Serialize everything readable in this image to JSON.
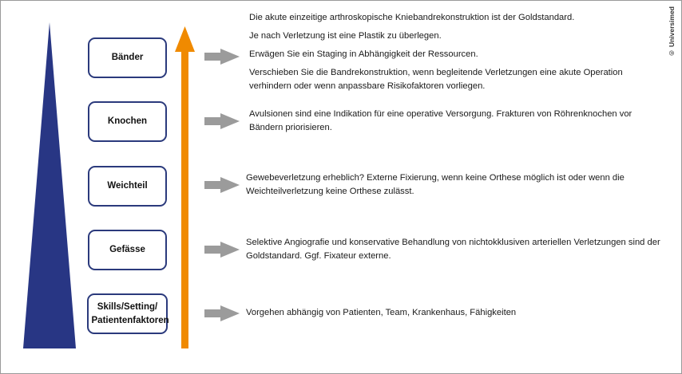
{
  "copyright": "© Universimed",
  "colors": {
    "triangle": "#283684",
    "orange_arrow": "#f08a00",
    "gray_arrow": "#9b9b9b",
    "box_border": "#2b3a7c"
  },
  "rows": [
    {
      "label": "Bänder",
      "lines": [
        "Die akute einzeitige arthroskopische Kniebandrekonstruktion ist der Goldstandard.",
        "Je nach Verletzung ist eine Plastik zu überlegen.",
        "Erwägen Sie ein Staging in Abhängigkeit der Ressourcen.",
        "Verschieben Sie die Bandrekonstruktion, wenn begleitende Verletzungen eine akute Operation verhindern oder wenn anpassbare Risikofaktoren vorliegen."
      ]
    },
    {
      "label": "Knochen",
      "lines": [
        "Avulsionen sind eine Indikation für eine operative Versorgung. Frakturen von Röhrenknochen vor Bändern priorisieren."
      ]
    },
    {
      "label": "Weichteil",
      "lines": [
        "Gewebeverletzung erheblich? Externe Fixierung, wenn keine Orthese möglich ist oder wenn die Weichteilverletzung keine Orthese zulässt."
      ]
    },
    {
      "label": "Gefässe",
      "lines": [
        "Selektive Angiografie und konservative Behandlung von nichtokklusiven arteriellen Verletzungen sind der Goldstandard. Ggf. Fixateur externe."
      ]
    },
    {
      "label": "Skills/Setting/ Patientenfaktoren",
      "lines": [
        "Vorgehen abhängig von Patienten, Team, Krankenhaus, Fähigkeiten"
      ]
    }
  ]
}
